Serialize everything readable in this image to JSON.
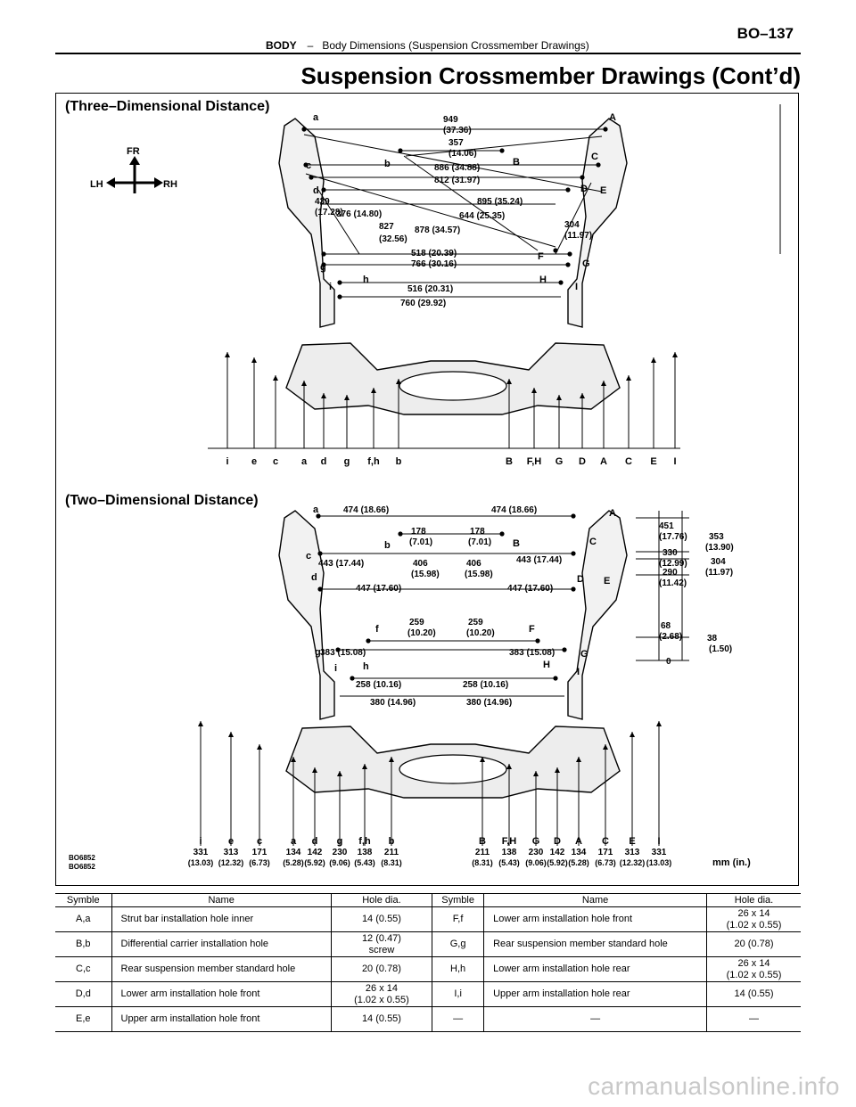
{
  "header": {
    "section": "BODY",
    "separator": "–",
    "subtitle": "Body Dimensions (Suspension Crossmember Drawings)",
    "page_code": "BO–137"
  },
  "title": "Suspension Crossmember Drawings (Cont’d)",
  "figure": {
    "three_d_heading": "(Three–Dimensional Distance)",
    "two_d_heading": "(Two–Dimensional Distance)",
    "orientation": {
      "front": "FR",
      "left": "LH",
      "right": "RH"
    },
    "three_d_dims": [
      "949",
      "(37.36)",
      "357",
      "(14.06)",
      "886 (34.88)",
      "812 (31.97)",
      "895 (35.24)",
      "644 (25.35)",
      "439",
      "(17.28)",
      "376 (14.80)",
      "827",
      "(32.56)",
      "878 (34.57)",
      "304",
      "(11.97)",
      "518 (20.39)",
      "766 (30.16)",
      "516 (20.31)",
      "760 (29.92)"
    ],
    "three_d_points": [
      "a",
      "A",
      "b",
      "B",
      "c",
      "C",
      "d",
      "D",
      "E",
      "F",
      "G",
      "g",
      "h",
      "H",
      "i",
      "I"
    ],
    "front_view_points": [
      "i",
      "e",
      "c",
      "a",
      "d",
      "g",
      "f,h",
      "b",
      "B",
      "F,H",
      "G",
      "D",
      "A",
      "C",
      "E",
      "I"
    ],
    "two_d_dims": [
      "474 (18.66)",
      "474 (18.66)",
      "451",
      "(17.76)",
      "178",
      "(7.01)",
      "178",
      "(7.01)",
      "353",
      "(13.90)",
      "330",
      "(12.99)",
      "443 (17.44)",
      "443 (17.44)",
      "406",
      "(15.98)",
      "406",
      "(15.98)",
      "304",
      "(11.97)",
      "290",
      "(11.42)",
      "447 (17.60)",
      "447 (17.60)",
      "259",
      "(10.20)",
      "259",
      "(10.20)",
      "68",
      "(2.68)",
      "38",
      "(1.50)",
      "383 (15.08)",
      "383 (15.08)",
      "0",
      "258 (10.16)",
      "258 (10.16)",
      "380 (14.96)",
      "380 (14.96)"
    ],
    "two_d_points": [
      "a",
      "A",
      "b",
      "B",
      "c",
      "C",
      "d",
      "D",
      "E",
      "f",
      "F",
      "g",
      "G",
      "h",
      "H",
      "i",
      "I"
    ],
    "bottom_labels": [
      {
        "l": "i",
        "v": "331",
        "i": "(13.03)"
      },
      {
        "l": "e",
        "v": "313",
        "i": "(12.32)"
      },
      {
        "l": "c",
        "v": "171",
        "i": "(6.73)"
      },
      {
        "l": "a",
        "v": "134",
        "i": "(5.28)"
      },
      {
        "l": "d",
        "v": "142",
        "i": "(5.92)"
      },
      {
        "l": "g",
        "v": "230",
        "i": "(9.06)"
      },
      {
        "l": "f,h",
        "v": "138",
        "i": "(5.43)"
      },
      {
        "l": "b",
        "v": "211",
        "i": "(8.31)"
      },
      {
        "l": "B",
        "v": "211",
        "i": "(8.31)"
      },
      {
        "l": "F,H",
        "v": "138",
        "i": "(5.43)"
      },
      {
        "l": "G",
        "v": "230",
        "i": "(9.06)"
      },
      {
        "l": "D",
        "v": "142",
        "i": "(5.92)"
      },
      {
        "l": "A",
        "v": "134",
        "i": "(5.28)"
      },
      {
        "l": "C",
        "v": "171",
        "i": "(6.73)"
      },
      {
        "l": "E",
        "v": "313",
        "i": "(12.32)"
      },
      {
        "l": "I",
        "v": "331",
        "i": "(13.03)"
      }
    ],
    "unit": "mm (in.)",
    "codes": [
      "BO6852",
      "BO6852"
    ]
  },
  "table": {
    "headers": [
      "Symble",
      "Name",
      "Hole dia.",
      "Symble",
      "Name",
      "Hole dia."
    ],
    "rows": [
      [
        "A,a",
        "Strut bar installation hole inner",
        "14 (0.55)",
        "F,f",
        "Lower arm installation hole front",
        "26 x 14\n(1.02 x 0.55)"
      ],
      [
        "B,b",
        "Differential carrier installation hole",
        "12 (0.47)\nscrew",
        "G,g",
        "Rear suspension member standard hole",
        "20 (0.78)"
      ],
      [
        "C,c",
        "Rear suspension member standard hole",
        "20 (0.78)",
        "H,h",
        "Lower arm installation hole rear",
        "26 x 14\n(1.02 x 0.55)"
      ],
      [
        "D,d",
        "Lower arm installation hole front",
        "26 x 14\n(1.02 x 0.55)",
        "I,i",
        "Upper arm installation hole rear",
        "14 (0.55)"
      ],
      [
        "E,e",
        "Upper arm installation hole front",
        "14 (0.55)",
        "—",
        "—",
        "—"
      ]
    ]
  },
  "watermark": "carmanualsonline.info"
}
